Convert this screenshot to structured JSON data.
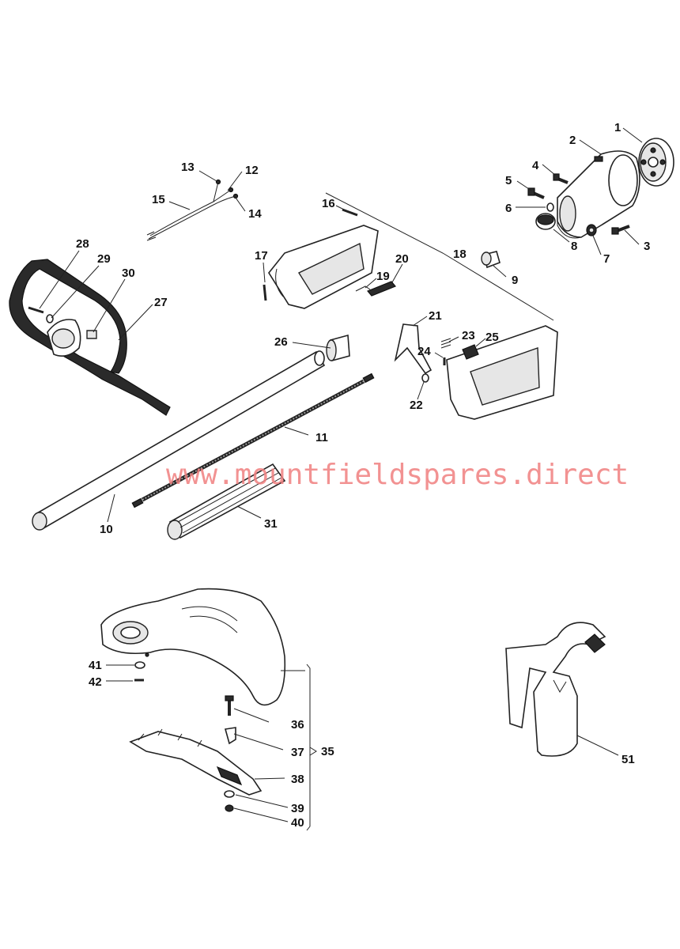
{
  "watermark": "www.mountfieldspares.direct",
  "labels": {
    "l1": "1",
    "l2": "2",
    "l3": "3",
    "l4": "4",
    "l5": "5",
    "l6": "6",
    "l7": "7",
    "l8": "8",
    "l9": "9",
    "l10": "10",
    "l11": "11",
    "l12": "12",
    "l13": "13",
    "l14": "14",
    "l15": "15",
    "l16": "16",
    "l17": "17",
    "l18": "18",
    "l19": "19",
    "l20": "20",
    "l21": "21",
    "l22": "22",
    "l23": "23",
    "l24": "24",
    "l25": "25",
    "l26": "26",
    "l27": "27",
    "l28": "28",
    "l29": "29",
    "l30": "30",
    "l31": "31",
    "l35": "35",
    "l36": "36",
    "l37": "37",
    "l38": "38",
    "l39": "39",
    "l40": "40",
    "l41": "41",
    "l42": "42",
    "l51": "51"
  }
}
